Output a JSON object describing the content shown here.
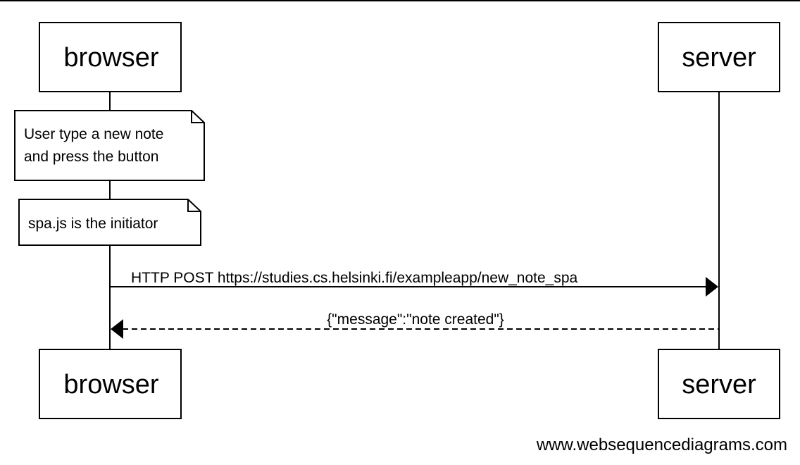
{
  "diagram": {
    "participants": {
      "browser": "browser",
      "server": "server"
    },
    "notes": {
      "user_action_line1": "User type a new note",
      "user_action_line2": "and press the button",
      "initiator": "spa.js is the initiator"
    },
    "messages": {
      "request": "HTTP POST  https://studies.cs.helsinki.fi/exampleapp/new_note_spa",
      "response": "{\"message\":\"note created\"}"
    },
    "watermark": "www.websequencediagrams.com"
  }
}
